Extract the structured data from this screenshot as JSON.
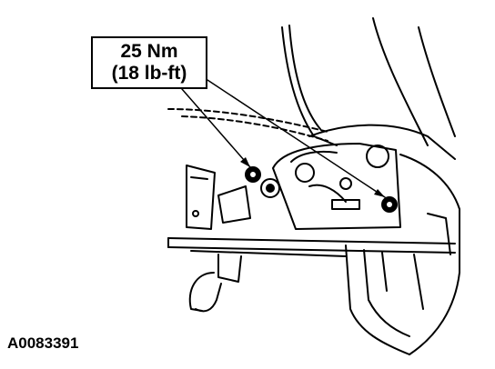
{
  "callout": {
    "torque_metric": "25 Nm",
    "torque_imperial": "(18 lb-ft)"
  },
  "figure_id": "A0083391",
  "colors": {
    "ink": "#000000",
    "paper": "#ffffff"
  }
}
